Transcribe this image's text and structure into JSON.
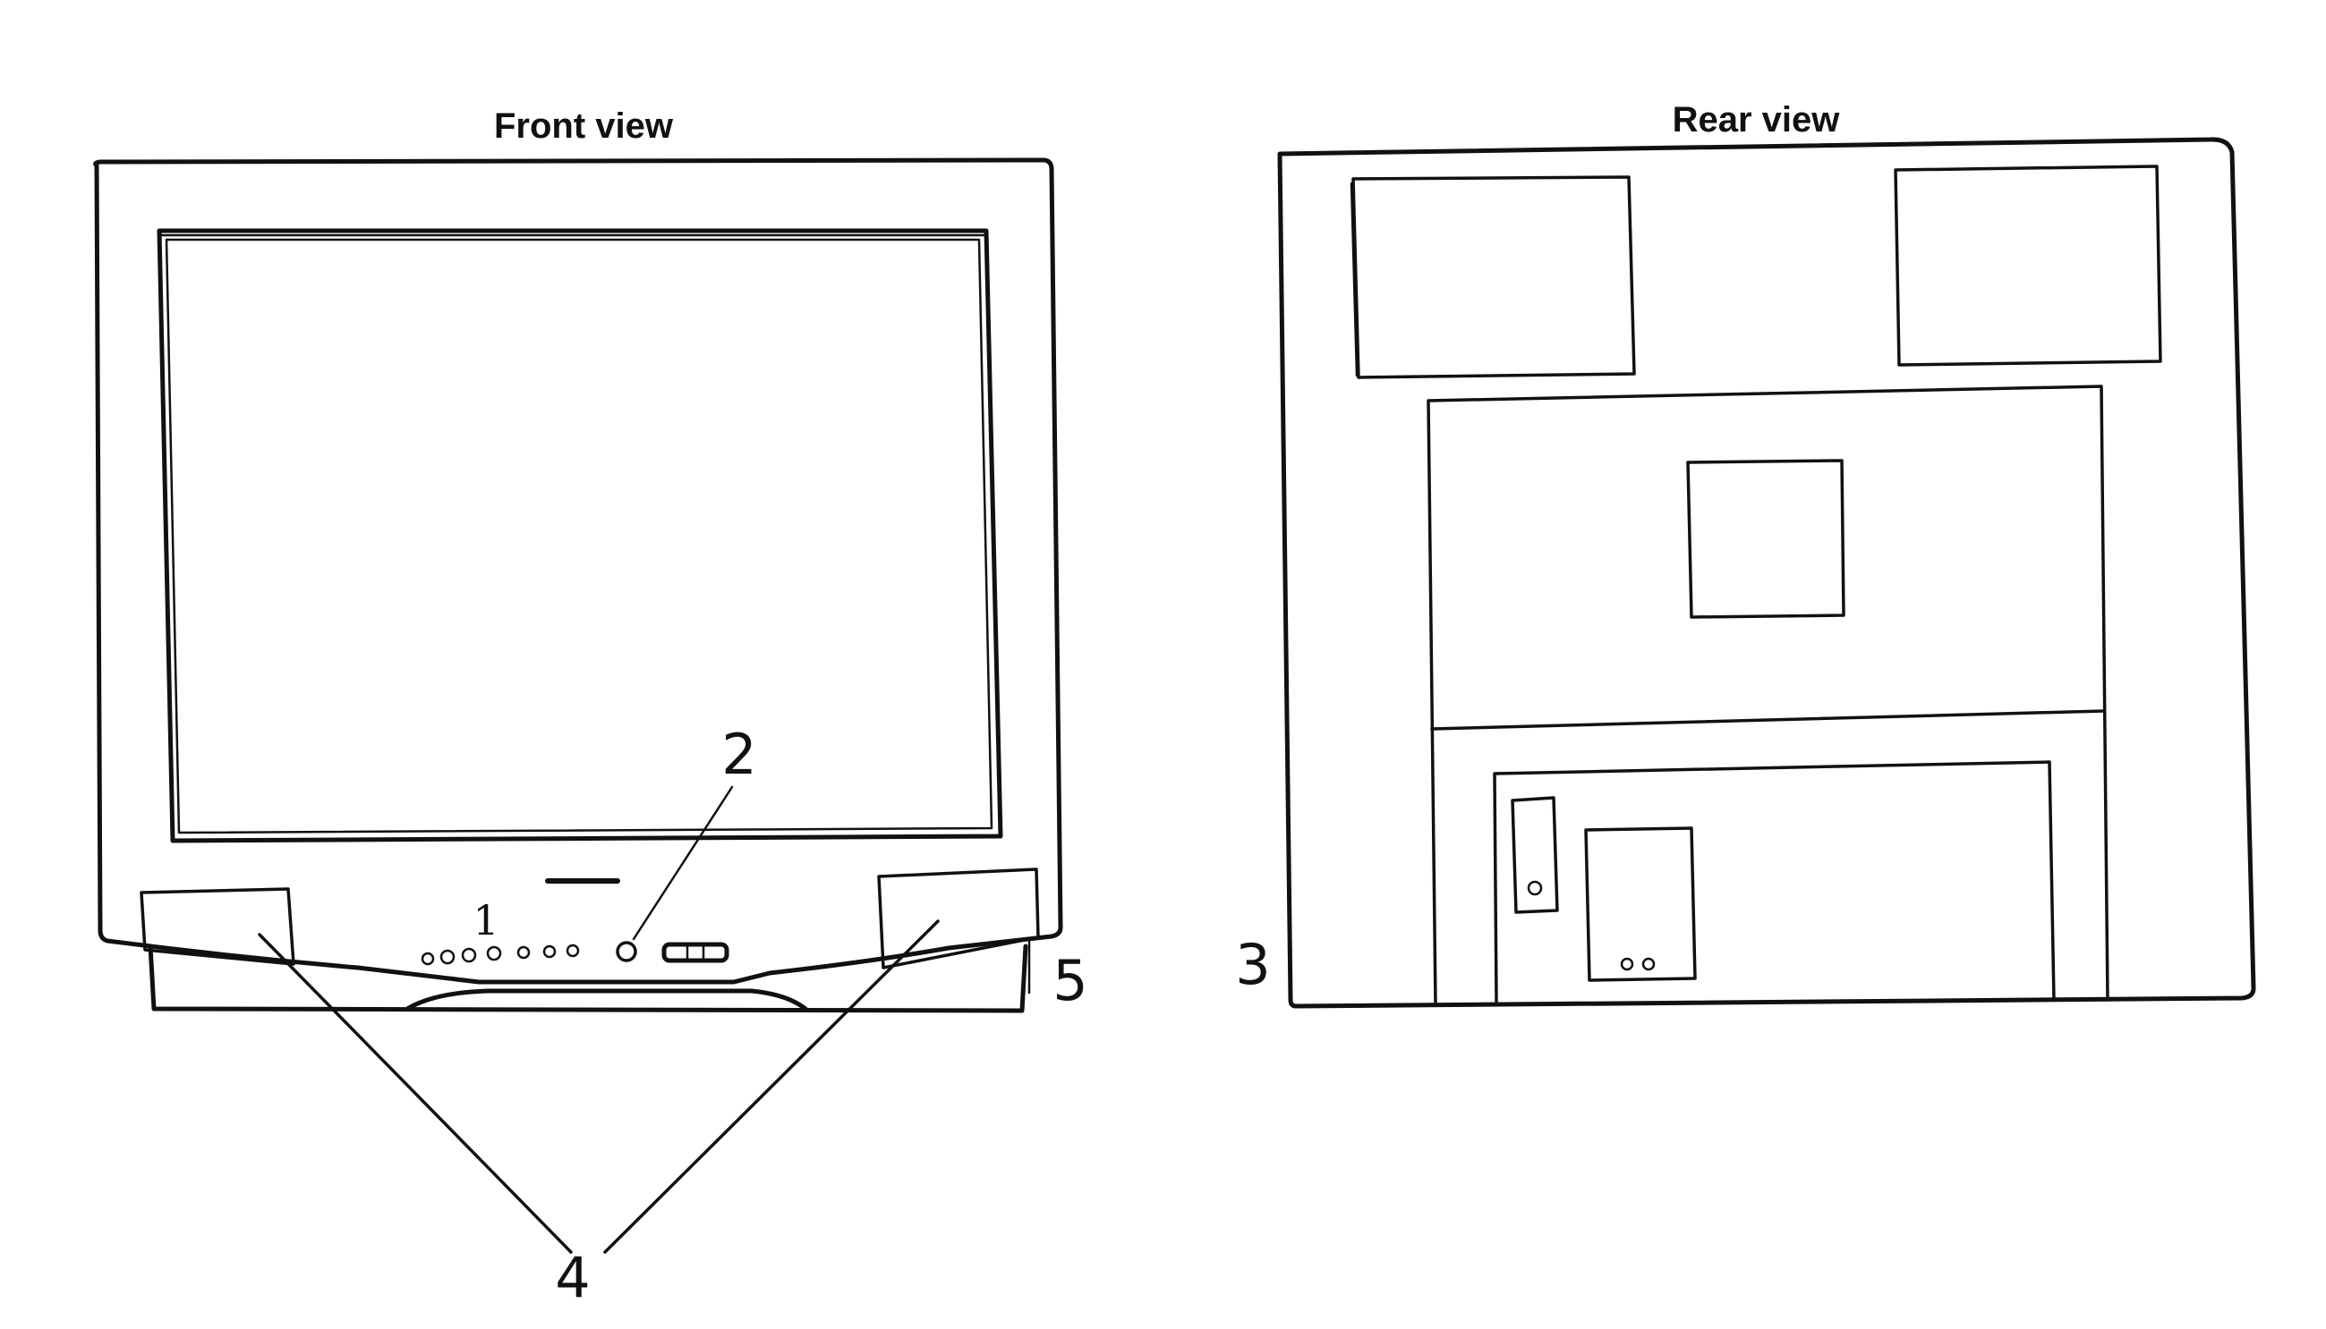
{
  "titles": {
    "front": "Front view",
    "rear": "Rear view"
  },
  "callouts": {
    "c1": "1",
    "c2": "2",
    "c3": "3",
    "c4": "4",
    "c5": "5"
  },
  "colors": {
    "ink": "#111111",
    "background": "#ffffff"
  }
}
